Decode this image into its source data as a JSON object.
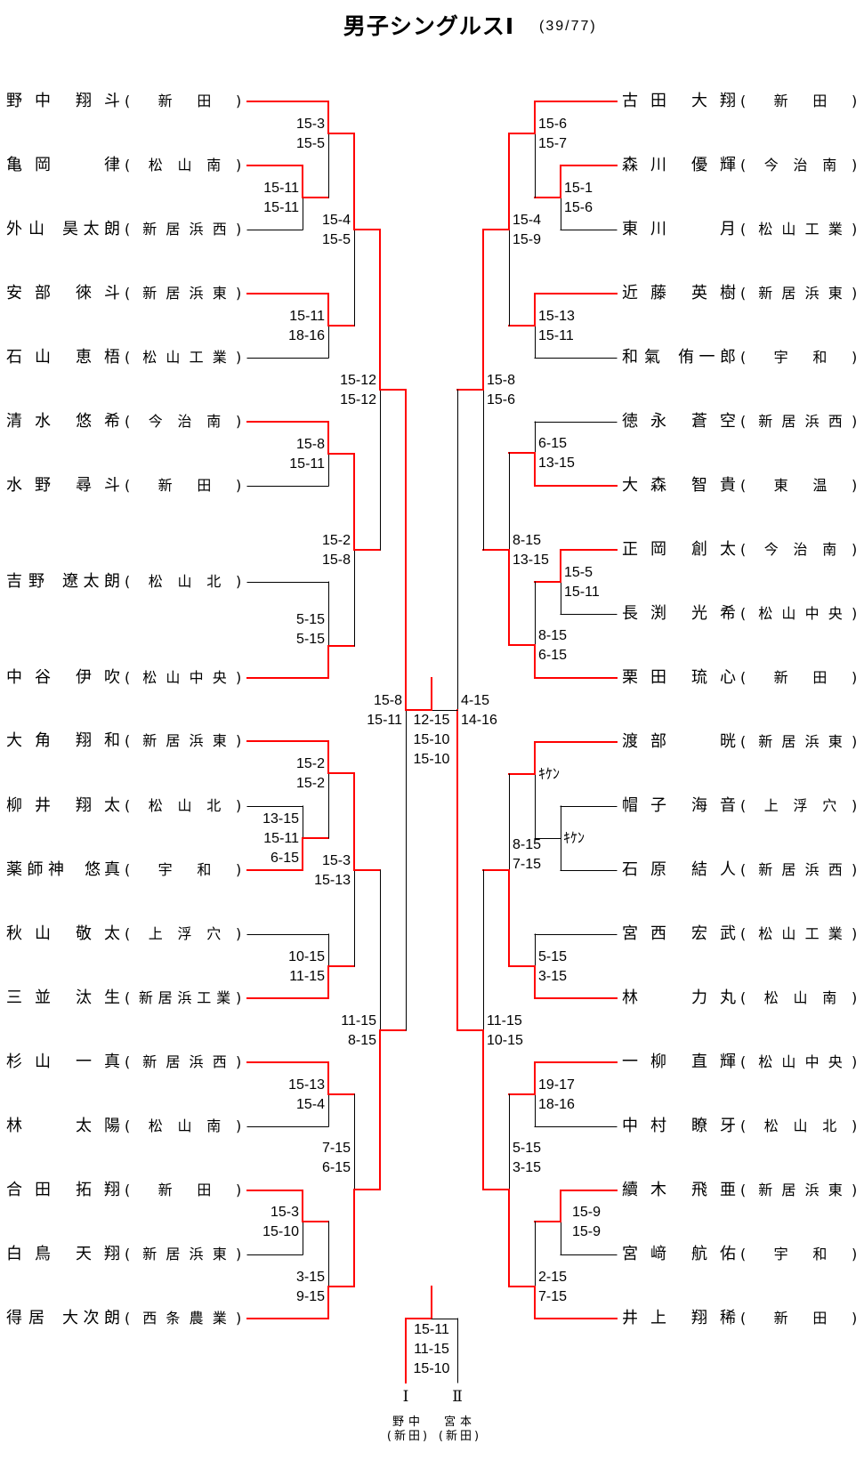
{
  "title": {
    "main": "男子シングルスⅠ",
    "count": "(39/77)"
  },
  "format": {
    "paren_open": "(",
    "paren_close": ")"
  },
  "colors": {
    "winner_line": "#ff0000",
    "line": "#000000",
    "text": "#000000",
    "background": "#ffffff"
  },
  "left_players": [
    {
      "family": "野中",
      "given": "翔斗",
      "school": "新田"
    },
    {
      "family": "亀岡",
      "given": "律",
      "school": "松山南"
    },
    {
      "family": "外山",
      "given": "昊太朗",
      "school": "新居浜西"
    },
    {
      "family": "安部",
      "given": "徠斗",
      "school": "新居浜東"
    },
    {
      "family": "石山",
      "given": "恵梧",
      "school": "松山工業"
    },
    {
      "family": "清水",
      "given": "悠希",
      "school": "今治南"
    },
    {
      "family": "水野",
      "given": "尋斗",
      "school": "新田"
    },
    {
      "family": "吉野",
      "given": "遼太朗",
      "school": "松山北"
    },
    {
      "family": "中谷",
      "given": "伊吹",
      "school": "松山中央"
    },
    {
      "family": "大角",
      "given": "翔和",
      "school": "新居浜東"
    },
    {
      "family": "柳井",
      "given": "翔太",
      "school": "松山北"
    },
    {
      "family": "薬師神",
      "given": "悠真",
      "school": "宇和"
    },
    {
      "family": "秋山",
      "given": "敬太",
      "school": "上浮穴"
    },
    {
      "family": "三並",
      "given": "汰生",
      "school": "新居浜工業"
    },
    {
      "family": "杉山",
      "given": "一真",
      "school": "新居浜西"
    },
    {
      "family": "林",
      "given": "太陽",
      "school": "松山南"
    },
    {
      "family": "合田",
      "given": "拓翔",
      "school": "新田"
    },
    {
      "family": "白鳥",
      "given": "天翔",
      "school": "新居浜東"
    },
    {
      "family": "得居",
      "given": "大次朗",
      "school": "西条農業"
    }
  ],
  "right_players": [
    {
      "family": "古田",
      "given": "大翔",
      "school": "新田"
    },
    {
      "family": "森川",
      "given": "優輝",
      "school": "今治南"
    },
    {
      "family": "東川",
      "given": "月",
      "school": "松山工業"
    },
    {
      "family": "近藤",
      "given": "英樹",
      "school": "新居浜東"
    },
    {
      "family": "和氣",
      "given": "侑一郎",
      "school": "宇和"
    },
    {
      "family": "徳永",
      "given": "蒼空",
      "school": "新居浜西"
    },
    {
      "family": "大森",
      "given": "智貴",
      "school": "東温"
    },
    {
      "family": "正岡",
      "given": "創太",
      "school": "今治南"
    },
    {
      "family": "長渕",
      "given": "光希",
      "school": "松山中央"
    },
    {
      "family": "栗田",
      "given": "琉心",
      "school": "新田"
    },
    {
      "family": "渡部",
      "given": "晄",
      "school": "新居浜東"
    },
    {
      "family": "帽子",
      "given": "海音",
      "school": "上浮穴"
    },
    {
      "family": "石原",
      "given": "結人",
      "school": "新居浜西"
    },
    {
      "family": "宮西",
      "given": "宏武",
      "school": "松山工業"
    },
    {
      "family": "林",
      "given": "力丸",
      "school": "松山南"
    },
    {
      "family": "一柳",
      "given": "直輝",
      "school": "松山中央"
    },
    {
      "family": "中村",
      "given": "瞭牙",
      "school": "松山北"
    },
    {
      "family": "續木",
      "given": "飛亜",
      "school": "新居浜東"
    },
    {
      "family": "宮﨑",
      "given": "航佑",
      "school": "宇和"
    },
    {
      "family": "井上",
      "given": "翔稀",
      "school": "新田"
    }
  ],
  "matches": {
    "L1": {
      "scores": [
        "15-11",
        "15-11"
      ],
      "winner": "top"
    },
    "L2": {
      "scores": [
        "15-3",
        "15-5"
      ],
      "winner": "top"
    },
    "L3": {
      "scores": [
        "15-11",
        "18-16"
      ],
      "winner": "top"
    },
    "L4": {
      "scores": [
        "15-4",
        "15-5"
      ],
      "winner": "top"
    },
    "L5": {
      "scores": [
        "15-8",
        "15-11"
      ],
      "winner": "top"
    },
    "L6": {
      "scores": [
        "5-15",
        "5-15"
      ],
      "winner": "bottom"
    },
    "L7": {
      "scores": [
        "15-2",
        "15-8"
      ],
      "winner": "top"
    },
    "L8": {
      "scores": [
        "15-12",
        "15-12"
      ],
      "winner": "top"
    },
    "L9": {
      "scores": [
        "13-15",
        "15-11",
        "6-15"
      ],
      "winner": "bottom"
    },
    "L10": {
      "scores": [
        "15-2",
        "15-2"
      ],
      "winner": "top"
    },
    "L11": {
      "scores": [
        "10-15",
        "11-15"
      ],
      "winner": "bottom"
    },
    "L12": {
      "scores": [
        "15-3",
        "15-13"
      ],
      "winner": "top"
    },
    "L13": {
      "scores": [
        "15-13",
        "15-4"
      ],
      "winner": "top"
    },
    "L14": {
      "scores": [
        "15-3",
        "15-10"
      ],
      "winner": "top"
    },
    "L15": {
      "scores": [
        "3-15",
        "9-15"
      ],
      "winner": "bottom"
    },
    "L16": {
      "scores": [
        "7-15",
        "6-15"
      ],
      "winner": "bottom"
    },
    "L17": {
      "scores": [
        "11-15",
        "8-15"
      ],
      "winner": "bottom"
    },
    "L18": {
      "scores": [
        "15-8",
        "15-11"
      ],
      "winner": "top"
    },
    "R1": {
      "scores": [
        "15-1",
        "15-6"
      ],
      "winner": "top"
    },
    "R2": {
      "scores": [
        "15-6",
        "15-7"
      ],
      "winner": "top"
    },
    "R3": {
      "scores": [
        "15-13",
        "15-11"
      ],
      "winner": "top"
    },
    "R4": {
      "scores": [
        "15-4",
        "15-9"
      ],
      "winner": "top"
    },
    "R5": {
      "scores": [
        "6-15",
        "13-15"
      ],
      "winner": "bottom"
    },
    "R6": {
      "scores": [
        "15-5",
        "15-11"
      ],
      "winner": "top"
    },
    "R7": {
      "scores": [
        "8-15",
        "6-15"
      ],
      "winner": "bottom"
    },
    "R8": {
      "scores": [
        "8-15",
        "13-15"
      ],
      "winner": "bottom"
    },
    "R9": {
      "scores": [
        "15-8",
        "15-6"
      ],
      "winner": "top"
    },
    "R10": {
      "scores": [
        "ｷｹﾝ"
      ],
      "winner": null
    },
    "R11": {
      "scores": [
        "ｷｹﾝ"
      ],
      "winner": "top"
    },
    "R12": {
      "scores": [
        "5-15",
        "3-15"
      ],
      "winner": "bottom"
    },
    "R13": {
      "scores": [
        "8-15",
        "7-15"
      ],
      "winner": "bottom"
    },
    "R14": {
      "scores": [
        "19-17",
        "18-16"
      ],
      "winner": "top"
    },
    "R15": {
      "scores": [
        "15-9",
        "15-9"
      ],
      "winner": "top"
    },
    "R16": {
      "scores": [
        "2-15",
        "7-15"
      ],
      "winner": "bottom"
    },
    "R17": {
      "scores": [
        "5-15",
        "3-15"
      ],
      "winner": "bottom"
    },
    "R18": {
      "scores": [
        "11-15",
        "10-15"
      ],
      "winner": "bottom"
    },
    "R19": {
      "scores": [
        "4-15",
        "14-16"
      ],
      "winner": "bottom"
    }
  },
  "final": {
    "scores": [
      "12-15",
      "15-10",
      "15-10"
    ],
    "winner": "left"
  },
  "overall_final": {
    "scores": [
      "15-11",
      "11-15",
      "15-10"
    ],
    "winner": "left",
    "sides": [
      {
        "label": "Ⅰ",
        "name": "野中",
        "school": "新田"
      },
      {
        "label": "Ⅱ",
        "name": "宮本",
        "school": "新田"
      }
    ]
  }
}
